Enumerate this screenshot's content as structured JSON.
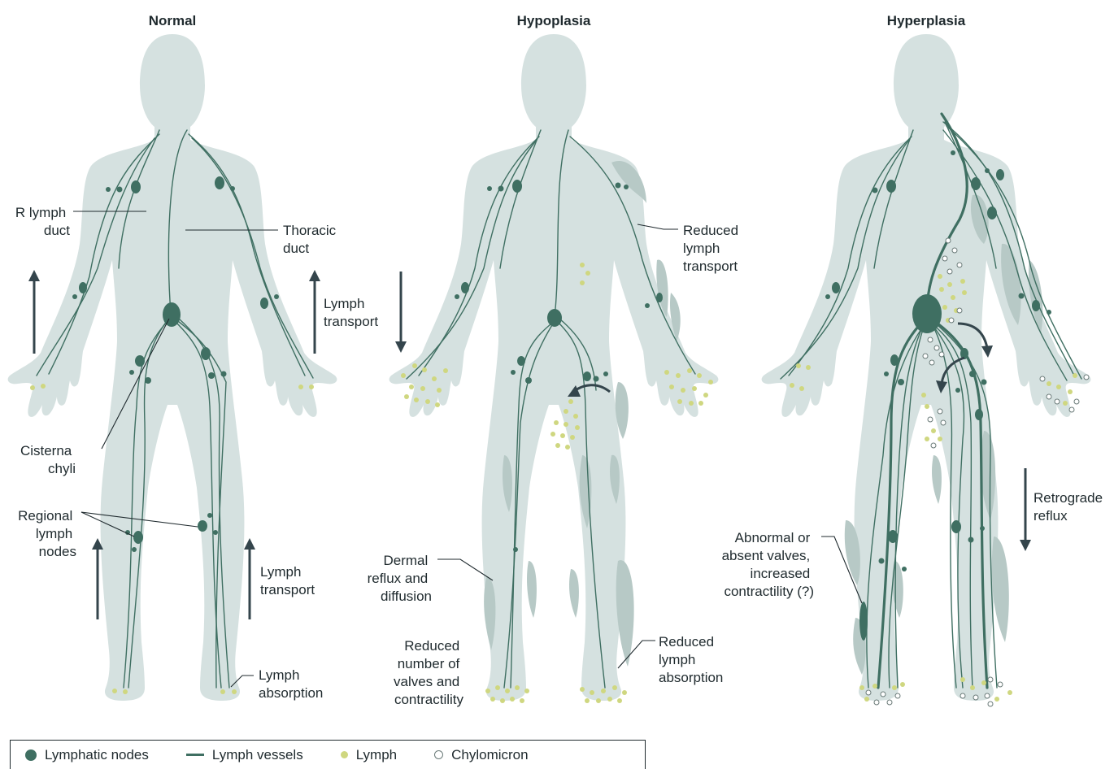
{
  "panels": {
    "normal": {
      "title": "Normal",
      "labels": {
        "r_lymph_duct": [
          "R lymph",
          "duct"
        ],
        "thoracic_duct": [
          "Thoracic",
          "duct"
        ],
        "lymph_transport_arm": [
          "Lymph",
          "transport"
        ],
        "cisterna_chyli": [
          "Cisterna",
          "chyli"
        ],
        "regional_lymph_nodes": [
          "Regional",
          "lymph",
          "nodes"
        ],
        "lymph_transport_leg": [
          "Lymph",
          "transport"
        ],
        "lymph_absorption": [
          "Lymph",
          "absorption"
        ]
      }
    },
    "hypoplasia": {
      "title": "Hypoplasia",
      "labels": {
        "reduced_lymph_transport": [
          "Reduced",
          "lymph",
          "transport"
        ],
        "dermal_reflux": [
          "Dermal",
          "reflux and",
          "diffusion"
        ],
        "reduced_valves": [
          "Reduced",
          "number of",
          "valves and",
          "contractility"
        ],
        "reduced_lymph_absorption": [
          "Reduced",
          "lymph",
          "absorption"
        ]
      }
    },
    "hyperplasia": {
      "title": "Hyperplasia",
      "labels": {
        "retrograde_reflux": [
          "Retrograde",
          "reflux"
        ],
        "abnormal_valves": [
          "Abnormal or",
          "absent valves,",
          "increased",
          "contractility (?)"
        ]
      }
    }
  },
  "legend": {
    "items": [
      {
        "label": "Lymphatic nodes",
        "icon": "filled-circle"
      },
      {
        "label": "Lymph vessels",
        "icon": "line"
      },
      {
        "label": "Lymph",
        "icon": "yellow-dot"
      },
      {
        "label": "Chylomicron",
        "icon": "open-circle"
      }
    ]
  },
  "colors": {
    "body": "#d5e1e0",
    "edema": "#b7c9c6",
    "vessel": "#3f6f62",
    "lymph": "#cfd780",
    "arrow": "#34454c"
  }
}
